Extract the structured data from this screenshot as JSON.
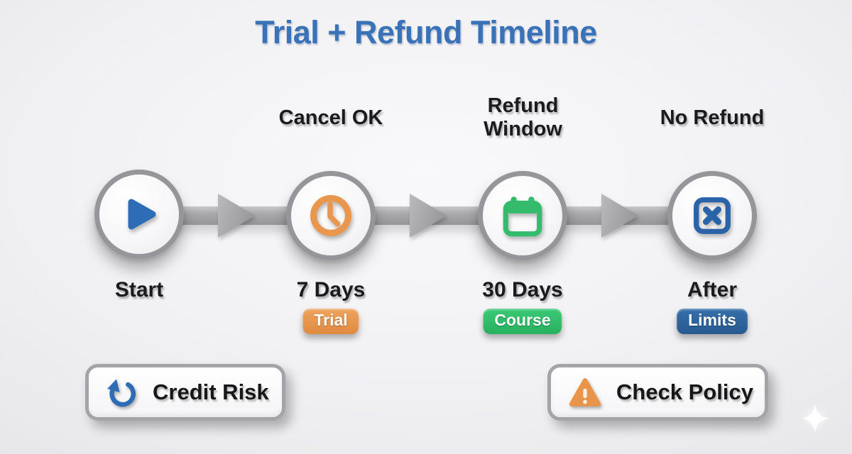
{
  "title": "Trial + Refund Timeline",
  "timeline": {
    "nodes": [
      {
        "name": "start",
        "icon": "play-icon",
        "top_label": "",
        "bottom_label": "Start",
        "badge": ""
      },
      {
        "name": "trial",
        "icon": "clock-icon",
        "top_label": "Cancel OK",
        "bottom_label": "7 Days",
        "badge": "Trial",
        "badge_color": "#E8924B"
      },
      {
        "name": "refund-window",
        "icon": "calendar-icon",
        "top_label": "Refund Window",
        "bottom_label": "30 Days",
        "badge": "Course",
        "badge_color": "#2EBD6B"
      },
      {
        "name": "no-refund",
        "icon": "x-square-icon",
        "top_label": "No Refund",
        "bottom_label": "After",
        "badge": "Limits",
        "badge_color": "#2D639E"
      }
    ],
    "connector_icon": "right-arrow-icon"
  },
  "footer_buttons": [
    {
      "label": "Credit Risk",
      "icon": "undo-arrow-icon"
    },
    {
      "label": "Check Policy",
      "icon": "warning-triangle-icon"
    }
  ],
  "decoration": {
    "icon": "sparkle-icon"
  },
  "colors": {
    "title_blue": "#3A72B8",
    "accent_blue": "#2E6CB5",
    "accent_orange": "#E8944A",
    "accent_green": "#34BB6B",
    "badge_blue": "#2D639E",
    "connector_gray": "#A8A8AA",
    "background_gray": "#F0F0F3",
    "text_black": "#1B1B1D"
  }
}
